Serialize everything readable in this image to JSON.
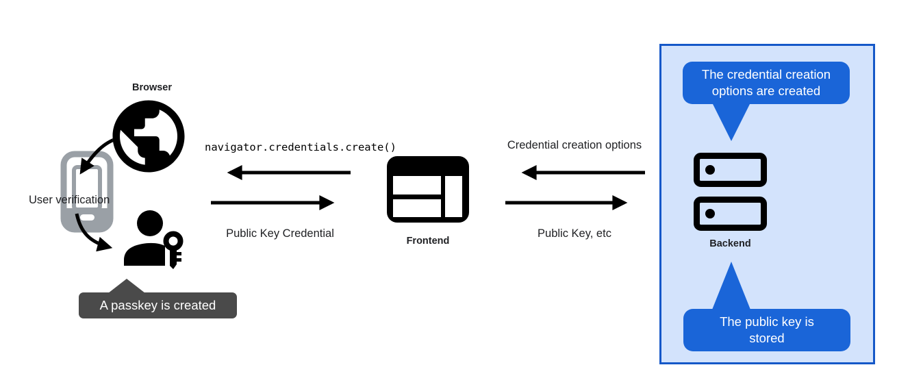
{
  "diagram": {
    "title_hint": "Passkey registration flow",
    "browser": {
      "label": "Browser"
    },
    "user_verification": {
      "label": "User verification"
    },
    "passkey_tooltip": {
      "text": "A passkey is created"
    },
    "frontend": {
      "label": "Frontend"
    },
    "backend": {
      "label": "Backend"
    },
    "code_call": {
      "text": "navigator.credentials.create()"
    },
    "arrows": {
      "public_key_credential": "Public Key Credential",
      "credential_creation_options": "Credential creation options",
      "public_key_etc": "Public Key, etc"
    },
    "callouts": {
      "top_line1": "The credential creation",
      "top_line2": "options are created",
      "bottom_line1": "The public key is",
      "bottom_line2": "stored"
    },
    "colors": {
      "callout_blue": "#1a65d8",
      "box_border_blue": "#1558c8",
      "box_fill_blue": "#d3e3fc",
      "tooltip_gray": "#4a4a4a",
      "phone_gray": "#9aa0a6",
      "ink": "#000000",
      "text": "#202124"
    }
  }
}
